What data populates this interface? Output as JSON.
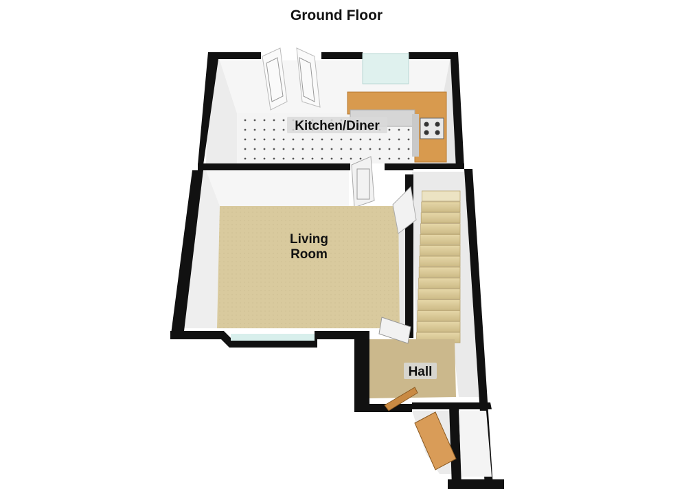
{
  "title": "Ground Floor",
  "rooms": {
    "kitchen": "Kitchen/Diner",
    "living_line1": "Living",
    "living_line2": "Room",
    "hall": "Hall"
  }
}
